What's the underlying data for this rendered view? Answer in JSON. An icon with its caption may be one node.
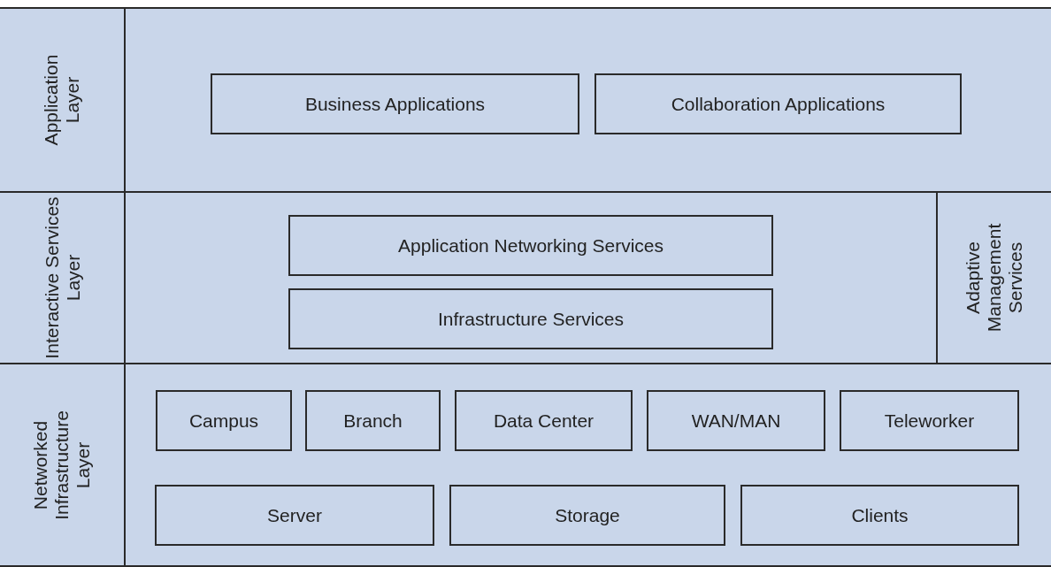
{
  "diagram": {
    "nodes": [
      {
        "text": [
          "Application Layer"
        ]
      },
      {
        "text": [
          "Business Applications"
        ],
        "in": 0
      },
      {
        "text": [
          "Collaboration Applications"
        ],
        "in": 0
      },
      {
        "text": [
          "Interactive Services Layer"
        ]
      },
      {
        "text": [
          "Application Networking Services"
        ],
        "in": 3
      },
      {
        "text": [
          "Infrastructure Services"
        ],
        "in": 3
      },
      {
        "text": [
          "Adaptive Management Services"
        ],
        "in": 3
      },
      {
        "text": [
          "Networked Infrastructure Layer"
        ]
      },
      {
        "text": [
          "Campus"
        ],
        "in": 7
      },
      {
        "text": [
          "Branch"
        ],
        "in": 7
      },
      {
        "text": [
          "Data Center"
        ],
        "in": 7
      },
      {
        "text": [
          "WAN/MAN"
        ],
        "in": 7
      },
      {
        "text": [
          "Teleworker"
        ],
        "in": 7
      },
      {
        "text": [
          "Server"
        ],
        "in": 7
      },
      {
        "text": [
          "Storage"
        ],
        "in": 7
      },
      {
        "text": [
          "Clients"
        ],
        "in": 7
      }
    ],
    "edges": []
  }
}
